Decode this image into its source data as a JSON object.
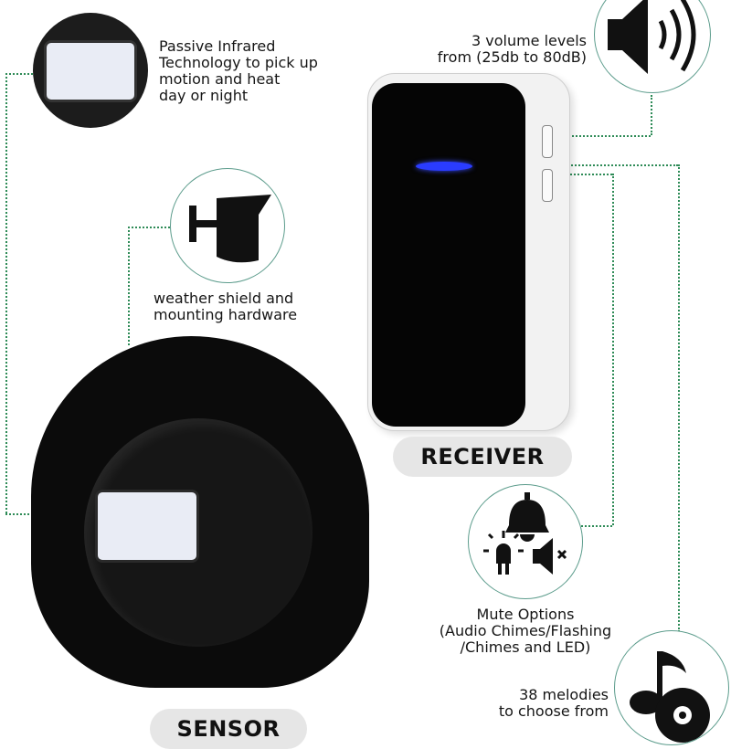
{
  "callouts": {
    "pir": {
      "line1": "Passive Infrared",
      "line2": "Technology to pick up",
      "line3": "motion and heat",
      "line4": "day or night"
    },
    "volume": {
      "line1": "3 volume levels",
      "line2": "from (25db to 80dB)"
    },
    "shield": {
      "line1": "weather shield and",
      "line2": "mounting hardware"
    },
    "mute": {
      "line1": "Mute Options",
      "line2": "(Audio Chimes/Flashing",
      "line3": "/Chimes and LED)"
    },
    "melodies": {
      "line1": "38 melodies",
      "line2": "to choose from"
    }
  },
  "labels": {
    "receiver": "RECEIVER",
    "sensor": "SENSOR"
  },
  "colors": {
    "connector": "#2e8b57",
    "circle_border": "#5c9c8c",
    "led": "#2a3cff",
    "pill": "#e6e6e6"
  }
}
